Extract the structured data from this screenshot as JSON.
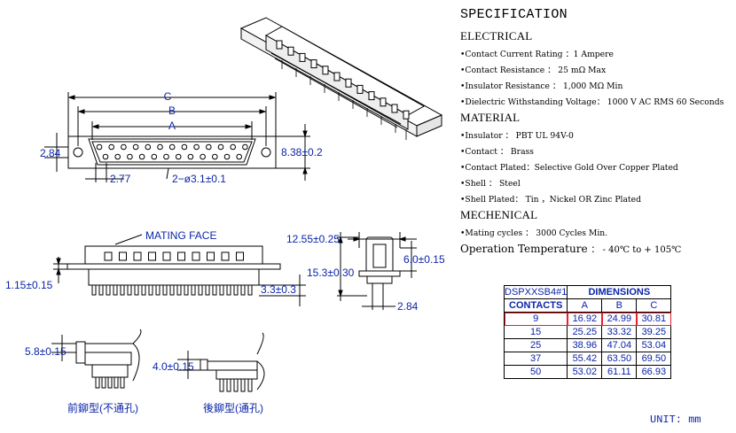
{
  "specification": {
    "title": "SPECIFICATION",
    "electrical": {
      "heading": "ELECTRICAL",
      "items": [
        "Contact Current Rating ：1 Ampere",
        "Contact Resistance ： 25 mΩ Max",
        "Insulator Resistance ： 1,000 MΩ Min",
        "Dielectric Withstanding Voltage： 1000 V AC RMS 60 Seconds"
      ]
    },
    "material": {
      "heading": "MATERIAL",
      "items": [
        "Insulator ： PBT UL 94V-0",
        "Contact ： Brass",
        "Contact  Plated：Selective Gold Over Copper Plated",
        "Shell ： Steel",
        "Shell  Plated： Tin ，Nickel OR Zinc Plated"
      ]
    },
    "mechanical": {
      "heading": "MECHENICAL",
      "items": [
        "Mating cycles ： 3000 Cycles Min."
      ]
    },
    "operation": {
      "label": "Operation Temperature",
      "value": "： - 40℃ to + 105℃"
    }
  },
  "dimension_table": {
    "title": "DSPXXSB4#1",
    "group_header": "DIMENSIONS",
    "row_header": "CONTACTS",
    "columns": [
      "A",
      "B",
      "C"
    ],
    "rows": [
      {
        "contacts": "9",
        "A": "16.92",
        "B": "24.99",
        "C": "30.81",
        "highlight": true
      },
      {
        "contacts": "15",
        "A": "25.25",
        "B": "33.32",
        "C": "39.25"
      },
      {
        "contacts": "25",
        "A": "38.96",
        "B": "47.04",
        "C": "53.04"
      },
      {
        "contacts": "37",
        "A": "55.42",
        "B": "63.50",
        "C": "69.50"
      },
      {
        "contacts": "50",
        "A": "53.02",
        "B": "61.11",
        "C": "66.93"
      }
    ],
    "highlight_color": "#e8202a"
  },
  "unit": "UNIT: mm",
  "drawing_labels": {
    "dim_c": "C",
    "dim_b": "B",
    "dim_a": "A",
    "dim_284_left": "2.84",
    "dim_838": "8.38±0.2",
    "dim_277": "2.77",
    "dim_hole": "2−ø3.1±0.1",
    "mating_face": "MATING FACE",
    "dim_115": "1.15±0.15",
    "dim_33": "3.3±0.3",
    "dim_1255": "12.55±0.25",
    "dim_153": "15.3±0.30",
    "dim_60": "6.0±0.15",
    "dim_284_side": "2.84",
    "dim_58": "5.8±0.15",
    "dim_40": "4.0±0.15",
    "front_rivet": "前鉚型(不通孔)",
    "rear_rivet": "後鉚型(通孔)"
  },
  "colors": {
    "dimension_text": "#0b25a8",
    "line": "#000000"
  }
}
